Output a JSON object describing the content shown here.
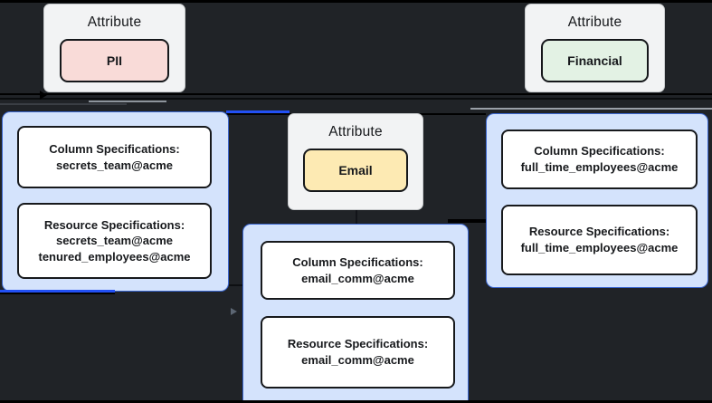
{
  "diagram": {
    "attribute_cards": [
      {
        "title": "Attribute",
        "badge": "PII",
        "badge_bg": "#f9dbd8"
      },
      {
        "title": "Attribute",
        "badge": "Email",
        "badge_bg": "#fdeab3"
      },
      {
        "title": "Attribute",
        "badge": "Financial",
        "badge_bg": "#e3f2e4"
      }
    ],
    "spec_groups": [
      {
        "name": "pii-specs",
        "boxes": [
          {
            "title": "Column Specifications:",
            "lines": [
              "secrets_team@acme"
            ]
          },
          {
            "title": "Resource Specifications:",
            "lines": [
              "secrets_team@acme",
              "tenured_employees@acme"
            ]
          }
        ]
      },
      {
        "name": "email-specs",
        "boxes": [
          {
            "title": "Column Specifications:",
            "lines": [
              "email_comm@acme"
            ]
          },
          {
            "title": "Resource Specifications:",
            "lines": [
              "email_comm@acme"
            ]
          }
        ]
      },
      {
        "name": "financial-specs",
        "boxes": [
          {
            "title": "Column Specifications:",
            "lines": [
              "full_time_employees@acme"
            ]
          },
          {
            "title": "Resource Specifications:",
            "lines": [
              "full_time_employees@acme"
            ]
          }
        ]
      }
    ],
    "colors": {
      "background": "#202327",
      "card_bg": "#f2f3f4",
      "container_bg": "#d4e3fc",
      "container_border": "#3a66cf",
      "edge_blue": "#2250f4",
      "edge_black": "#000000",
      "edge_gray": "#9aa0a8"
    }
  }
}
